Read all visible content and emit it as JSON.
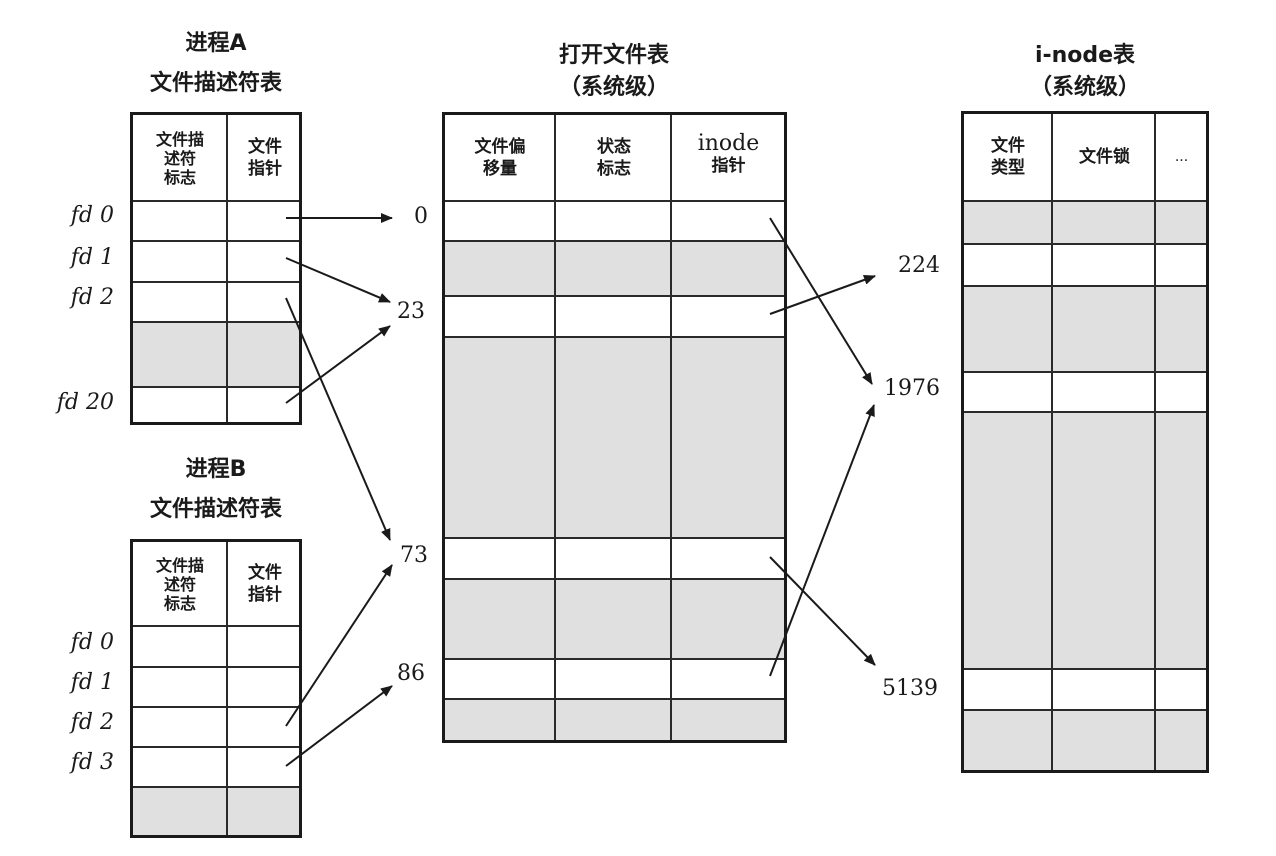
{
  "process_a": {
    "title_line1": "进程A",
    "title_line2": "文件描述符表",
    "headers": [
      "文件描\n述符\n标志",
      "文件\n指针"
    ],
    "fd_labels": [
      "fd 0",
      "fd 1",
      "fd 2",
      "fd 20"
    ]
  },
  "process_b": {
    "title_line1": "进程B",
    "title_line2": "文件描述符表",
    "headers": [
      "文件描\n述符\n标志",
      "文件\n指针"
    ],
    "fd_labels": [
      "fd 0",
      "fd 1",
      "fd 2",
      "fd 3"
    ]
  },
  "open_file_table": {
    "title_line1": "打开文件表",
    "title_line2": "（系统级）",
    "headers": [
      "文件偏\n移量",
      "状态\n标志"
    ],
    "header3_en": "inode",
    "header3_cn": "指针",
    "entry_labels": [
      "0",
      "23",
      "73",
      "86"
    ]
  },
  "inode_table": {
    "title_line1": "i-node表",
    "title_line2": "（系统级）",
    "headers": [
      "文件\n类型",
      "文件锁",
      "..."
    ],
    "entry_labels": [
      "224",
      "1976",
      "5139"
    ]
  },
  "arrows": [
    {
      "from": "A.fd 0",
      "to": "open.0"
    },
    {
      "from": "A.fd 1",
      "to": "open.23"
    },
    {
      "from": "A.fd 2",
      "to": "open.73"
    },
    {
      "from": "A.fd 20",
      "to": "open.23"
    },
    {
      "from": "B.fd 2",
      "to": "open.73"
    },
    {
      "from": "B.fd 3",
      "to": "open.86"
    },
    {
      "from": "open.0",
      "to": "inode.1976"
    },
    {
      "from": "open.23",
      "to": "inode.224"
    },
    {
      "from": "open.73",
      "to": "inode.5139"
    },
    {
      "from": "open.86",
      "to": "inode.1976"
    }
  ],
  "colors": {
    "used_row": "#ffffff",
    "unused_row": "#e0e0e0",
    "line": "#1a1a1a"
  }
}
